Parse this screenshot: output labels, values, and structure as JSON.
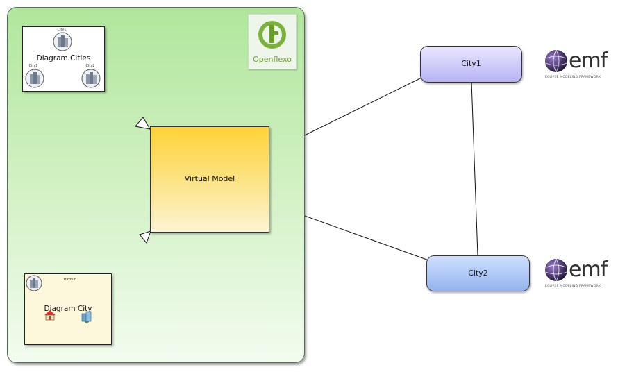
{
  "nodes": {
    "diagram_cities": {
      "title": "Diagram Cities",
      "icons": [
        "City1",
        "City1",
        "City2"
      ]
    },
    "diagram_city": {
      "title": "Diagram City",
      "header": "Hlrmun"
    },
    "virtual_model": {
      "label": "Virtual Model"
    },
    "city1": {
      "label": "City1"
    },
    "city2": {
      "label": "City2"
    }
  },
  "logos": {
    "openflexo": {
      "name": "Openflexo",
      "icon": "openflexo-logo-icon"
    },
    "emf": {
      "word": "emf",
      "subtitle": "ECLIPSE MODELING FRAMEWORK",
      "icon": "emf-globe-icon"
    }
  },
  "colors": {
    "container": "#c4eeb2",
    "virtual_model": "#ffd236",
    "city1": "#b6b4f4",
    "city2": "#93b3ee",
    "openflexo_green": "#6a9e2a"
  }
}
